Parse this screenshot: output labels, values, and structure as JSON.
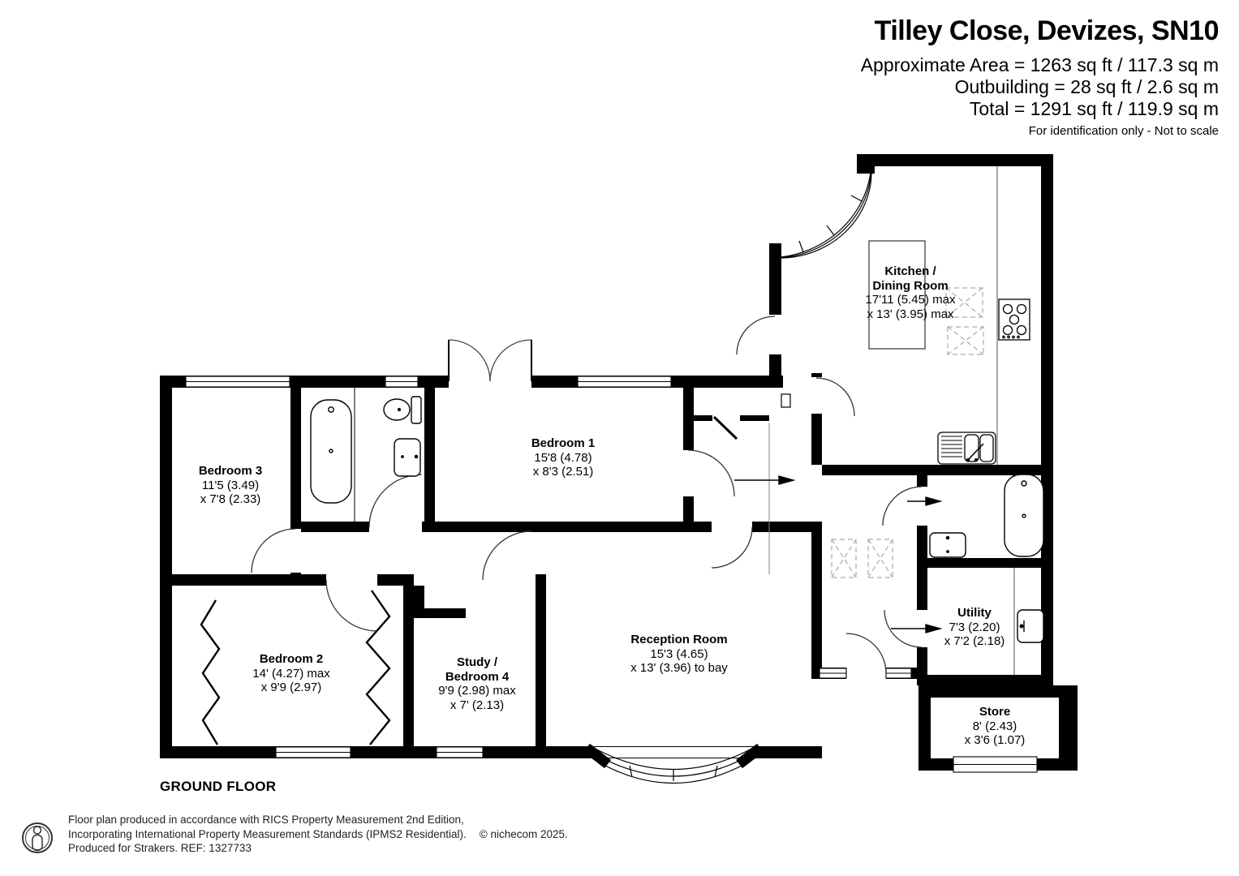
{
  "header": {
    "title": "Tilley Close, Devizes, SN10",
    "approx_area": "Approximate Area = 1263 sq ft / 117.3 sq m",
    "outbuilding": "Outbuilding = 28 sq ft / 2.6 sq m",
    "total": "Total = 1291 sq ft / 119.9 sq m",
    "disclaimer": "For identification only - Not to scale"
  },
  "plan": {
    "floor_label": "GROUND FLOOR",
    "rooms": [
      {
        "id": "bedroom-3",
        "lines": [
          "Bedroom 3",
          "11'5 (3.49)",
          "x 7'8 (2.33)"
        ]
      },
      {
        "id": "bedroom-1",
        "lines": [
          "Bedroom 1",
          "15'8 (4.78)",
          "x 8'3 (2.51)"
        ]
      },
      {
        "id": "kitchen-dining",
        "lines": [
          "Kitchen /",
          "Dining Room",
          "17'11 (5.45) max",
          "x 13' (3.95) max"
        ]
      },
      {
        "id": "bedroom-2",
        "lines": [
          "Bedroom 2",
          "14' (4.27) max",
          "x 9'9 (2.97)"
        ]
      },
      {
        "id": "study-bedroom-4",
        "lines": [
          "Study /",
          "Bedroom 4",
          "9'9 (2.98) max",
          "x 7' (2.13)"
        ]
      },
      {
        "id": "reception-room",
        "lines": [
          "Reception Room",
          "15'3 (4.65)",
          "x 13' (3.96) to bay"
        ]
      },
      {
        "id": "utility",
        "lines": [
          "Utility",
          "7'3 (2.20)",
          "x 7'2 (2.18)"
        ]
      },
      {
        "id": "store",
        "lines": [
          "Store",
          "8' (2.43)",
          "x 3'6 (1.07)"
        ]
      }
    ]
  },
  "footer": {
    "line1": "Floor plan produced in accordance with RICS Property Measurement 2nd Edition,",
    "line2": "Incorporating International Property Measurement Standards (IPMS2 Residential).",
    "copyright": "© nichecom 2025.",
    "line3": "Produced for Strakers.   REF: 1327733"
  },
  "colors": {
    "wall": "#000000",
    "background": "#ffffff",
    "text": "#000000"
  }
}
